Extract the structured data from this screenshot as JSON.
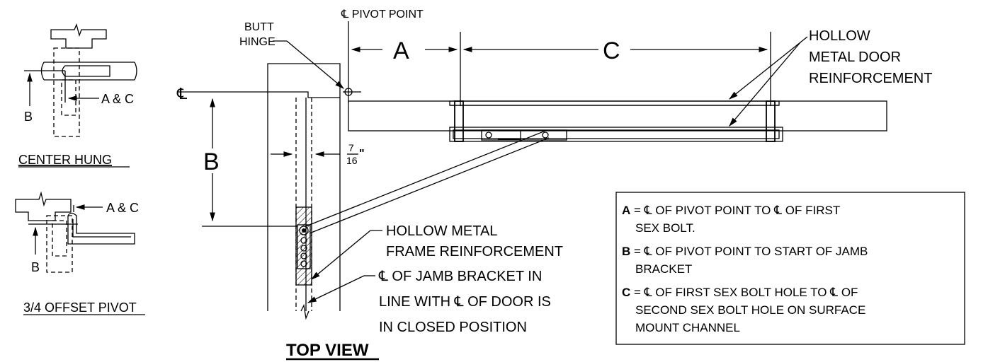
{
  "left_details": {
    "center_hung": {
      "caption": "CENTER HUNG",
      "label_ac": "A & C",
      "label_b": "B"
    },
    "offset_pivot": {
      "caption": "3/4 OFFSET PIVOT",
      "label_ac": "A & C",
      "label_b": "B"
    }
  },
  "main_view": {
    "centerline_symbol": "℄",
    "pivot_point_label": "℄ PIVOT POINT",
    "butt_hinge_line1": "BUTT",
    "butt_hinge_line2": "HINGE",
    "dim_a": "A",
    "dim_b": "B",
    "dim_c": "C",
    "fraction_num": "7",
    "fraction_den": "16",
    "fraction_unit": "\"",
    "door_reinf_line1": "HOLLOW",
    "door_reinf_line2": "METAL DOOR",
    "door_reinf_line3": "REINFORCEMENT",
    "frame_reinf_line1": "HOLLOW METAL",
    "frame_reinf_line2": "FRAME REINFORCEMENT",
    "jamb_line1": "℄ OF JAMB BRACKET IN",
    "jamb_line2": "LINE WITH ℄ OF DOOR IS",
    "jamb_line3": "IN CLOSED POSITION",
    "view_title": "TOP VIEW"
  },
  "legend": {
    "a_key": "A",
    "a_line1": " = ℄ OF PIVOT POINT TO ℄ OF FIRST",
    "a_line2": "SEX BOLT.",
    "b_key": "B",
    "b_line1": " = ℄ OF PIVOT POINT TO START OF JAMB",
    "b_line2": "BRACKET",
    "c_key": "C",
    "c_line1": " = ℄ OF FIRST SEX BOLT HOLE TO ℄ OF",
    "c_line2": "SECOND SEX BOLT HOLE ON SURFACE",
    "c_line3": "MOUNT CHANNEL"
  }
}
